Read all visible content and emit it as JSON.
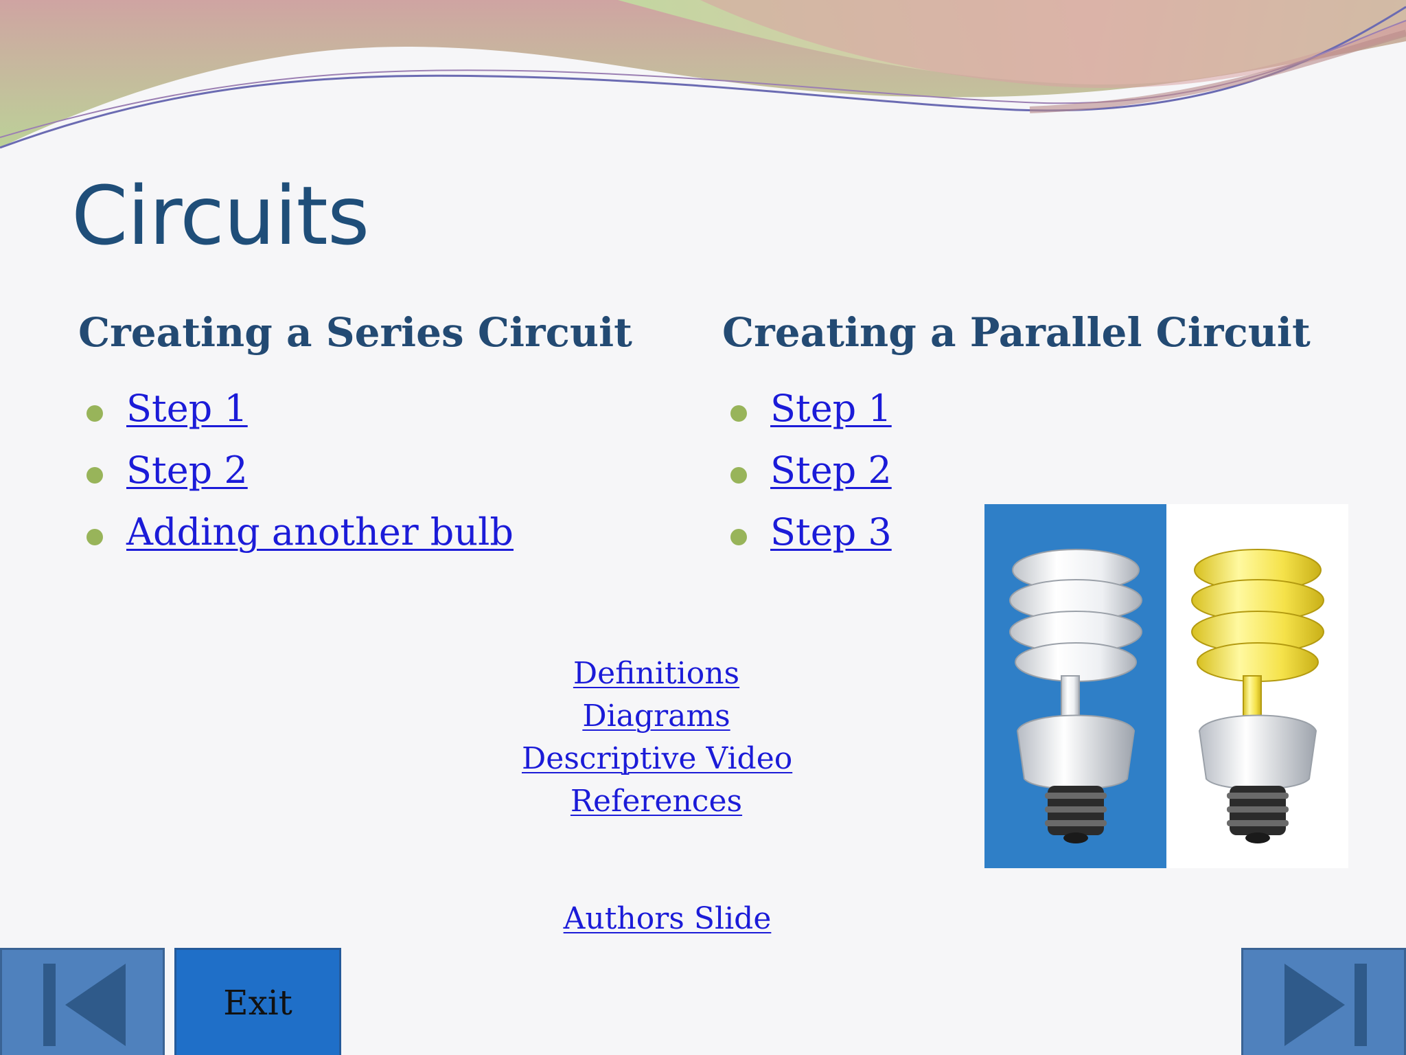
{
  "slide": {
    "title": "Circuits",
    "colors": {
      "title": "#1f4e79",
      "link": "#1b1bd8",
      "bullet": "#98b45a",
      "nav_button": "#4f81bd",
      "exit_button": "#1f6fc8"
    }
  },
  "series": {
    "heading": "Creating a Series Circuit",
    "items": [
      {
        "label": "Step 1"
      },
      {
        "label": "Step 2"
      },
      {
        "label": "Adding another bulb"
      }
    ]
  },
  "parallel": {
    "heading": "Creating a Parallel Circuit",
    "items": [
      {
        "label": "Step 1"
      },
      {
        "label": "Step 2"
      },
      {
        "label": "Step 3"
      }
    ]
  },
  "links": {
    "definitions": "Definitions",
    "diagrams": "Diagrams",
    "video": "Descriptive Video",
    "references": "References",
    "authors": "Authors Slide"
  },
  "buttons": {
    "exit": "Exit",
    "prev_icon": "previous-slide-icon",
    "next_icon": "next-slide-icon"
  },
  "image": {
    "icon": "cfl-bulbs-image"
  }
}
